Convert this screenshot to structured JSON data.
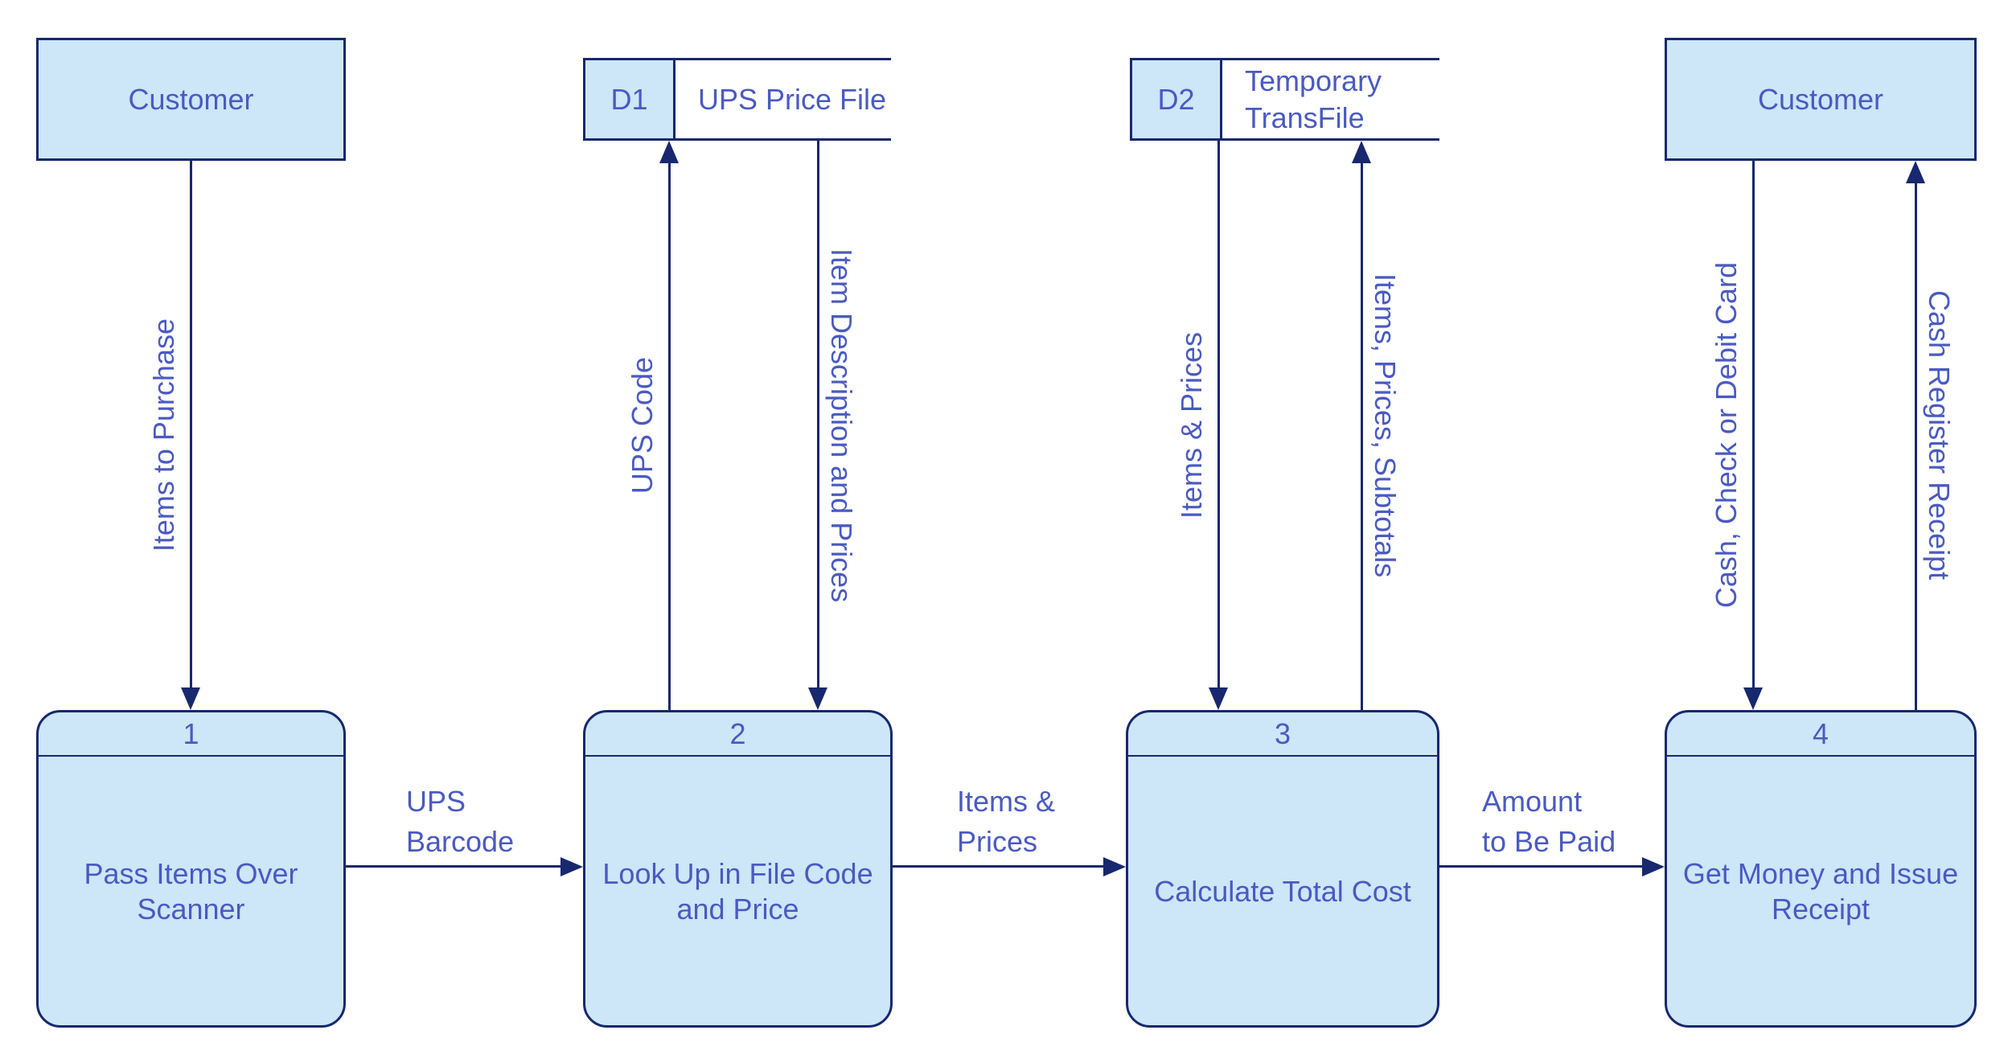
{
  "colors": {
    "box_fill": "#CDE6F8",
    "stroke": "#17286E",
    "text": "#4A5AC2",
    "background": "#FFFFFF"
  },
  "external_entities": [
    {
      "label": "Customer",
      "position": "top-left"
    },
    {
      "label": "Customer",
      "position": "top-right"
    }
  ],
  "data_stores": [
    {
      "id": "D1",
      "name": "UPS Price File"
    },
    {
      "id": "D2",
      "name": "Temporary\nTransFile"
    }
  ],
  "processes": [
    {
      "number": "1",
      "name": "Pass Items Over\nScanner"
    },
    {
      "number": "2",
      "name": "Look Up in File Code\nand Price"
    },
    {
      "number": "3",
      "name": "Calculate Total Cost"
    },
    {
      "number": "4",
      "name": "Get Money and Issue\nReceipt"
    }
  ],
  "flows": [
    {
      "label": "Items to Purchase",
      "from": "Customer (top-left)",
      "to": "Process 1",
      "direction": "down"
    },
    {
      "label": "UPS\nBarcode",
      "from": "Process 1",
      "to": "Process 2",
      "direction": "right"
    },
    {
      "label": "UPS Code",
      "from": "Process 2",
      "to": "D1",
      "direction": "up"
    },
    {
      "label": "Item Description and Prices",
      "from": "D1",
      "to": "Process 2",
      "direction": "down"
    },
    {
      "label": "Items &\nPrices",
      "from": "Process 2",
      "to": "Process 3",
      "direction": "right"
    },
    {
      "label": "Items & Prices",
      "from": "D2",
      "to": "Process 3",
      "direction": "down"
    },
    {
      "label": "Items, Prices, Subtotals",
      "from": "Process 3",
      "to": "D2",
      "direction": "up"
    },
    {
      "label": "Amount\nto Be Paid",
      "from": "Process 3",
      "to": "Process 4",
      "direction": "right"
    },
    {
      "label": "Cash, Check or Debit Card",
      "from": "Customer (top-right)",
      "to": "Process 4",
      "direction": "down"
    },
    {
      "label": "Cash Register Receipt",
      "from": "Process 4",
      "to": "Customer (top-right)",
      "direction": "up"
    }
  ]
}
